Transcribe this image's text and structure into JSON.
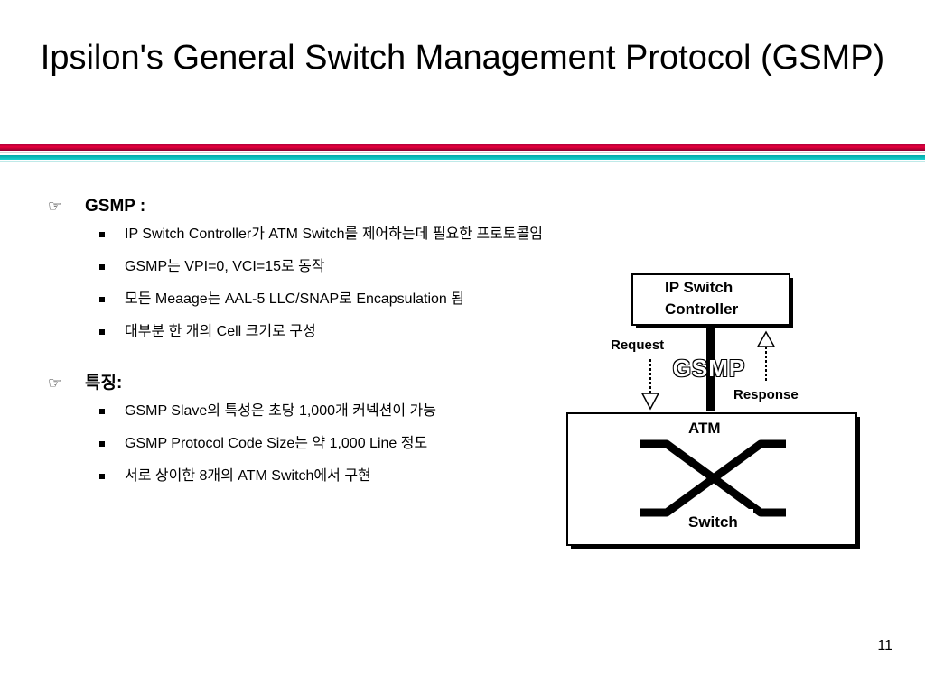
{
  "slide": {
    "title": "Ipsilon's General Switch Management Protocol (GSMP)",
    "page_number": "11",
    "colors": {
      "rule_red": "#e8003c",
      "rule_teal": "#19d2cf"
    }
  },
  "sections": [
    {
      "heading": "GSMP :",
      "bullet_icon": "pointing-hand-icon",
      "items": [
        "IP Switch Controller가 ATM Switch를 제어하는데 필요한 프로토콜임",
        "GSMP는 VPI=0, VCI=15로 동작",
        "모든 Meaage는 AAL-5 LLC/SNAP로 Encapsulation 됨",
        "대부분 한 개의 Cell 크기로 구성"
      ]
    },
    {
      "heading": "특징:",
      "bullet_icon": "pointing-hand-icon",
      "items": [
        "GSMP Slave의 특성은 초당 1,000개 커넥션이 가능",
        "GSMP Protocol Code Size는 약 1,000 Line 정도",
        "서로 상이한 8개의 ATM Switch에서 구현"
      ]
    }
  ],
  "diagram": {
    "controller_label": "IP Switch Controller",
    "request_label": "Request",
    "response_label": "Response",
    "gsmp_label": "GSMP",
    "atm_label": "ATM",
    "switch_label": "Switch"
  }
}
